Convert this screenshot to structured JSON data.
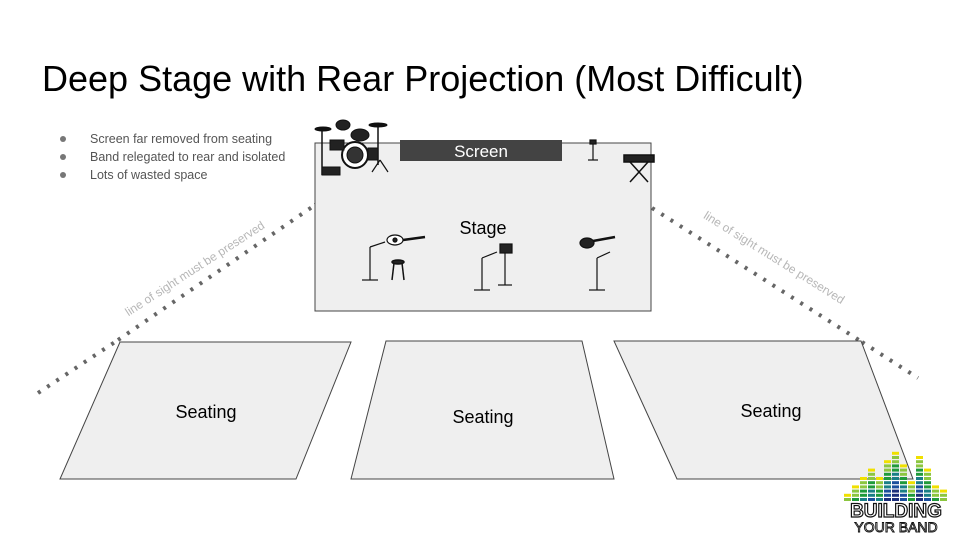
{
  "slide": {
    "title": "Deep Stage with Rear Projection (Most Difficult)",
    "bullets": [
      "Screen far removed from seating",
      "Band relegated to rear and isolated",
      "Lots of wasted space"
    ]
  },
  "diagram": {
    "screen_label": "Screen",
    "stage_label": "Stage",
    "seating_labels": [
      "Seating",
      "Seating",
      "Seating"
    ],
    "sightline_label_left": "line of sight must be preserved",
    "sightline_label_right": "line of sight must be preserved",
    "colors": {
      "area_fill": "#efefef",
      "screen_fill": "#434343",
      "sightline": "#666666",
      "annotation": "#b7b7b7"
    }
  },
  "logo": {
    "line1": "BUILDING",
    "line2": "YOUR BAND"
  }
}
